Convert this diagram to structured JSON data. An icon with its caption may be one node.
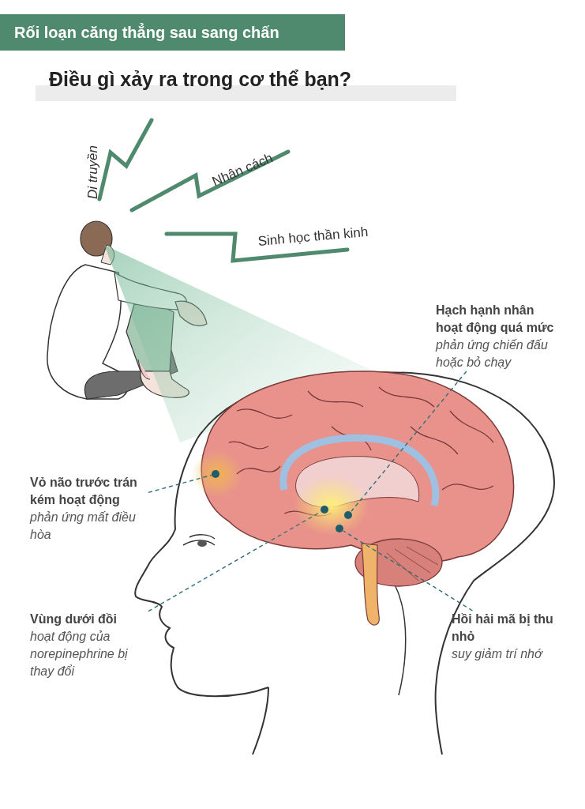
{
  "diagram": {
    "title": "Rối loạn căng thẳng sau sang chấn",
    "nodes": [
      {
        "text": [
          "Hạch hạnh nhân hoạt động quá mức",
          "phản ứng chiến đấu hoặc bỏ chạy"
        ]
      },
      {
        "text": [],
        "shape": "circle"
      },
      {
        "text": [
          "Vỏ não trước trán kém hoạt động",
          "phản ứng mất điều hòa"
        ]
      },
      {
        "text": [],
        "shape": "circle"
      },
      {
        "text": [
          "Vùng dưới đồi",
          "hoạt động của norepinephrine bị thay đổi"
        ]
      },
      {
        "text": [],
        "shape": "circle"
      },
      {
        "text": [
          "Hồi hải mã bị thu nhỏ",
          "suy giảm trí nhớ"
        ]
      },
      {
        "text": [],
        "shape": "circle"
      }
    ],
    "edges": [
      {
        "from": 0,
        "to": 1,
        "arrow": "none",
        "style": "dashed"
      },
      {
        "from": 2,
        "to": 3,
        "arrow": "none",
        "style": "dashed"
      },
      {
        "from": 4,
        "to": 5,
        "arrow": "none",
        "style": "dashed"
      },
      {
        "from": 6,
        "to": 7,
        "arrow": "none",
        "style": "dashed"
      }
    ],
    "labels": [
      "Điều gì xảy ra trong cơ thể bạn?",
      "Di truyền",
      "Nhân cách",
      "Sinh học thần kinh"
    ]
  }
}
